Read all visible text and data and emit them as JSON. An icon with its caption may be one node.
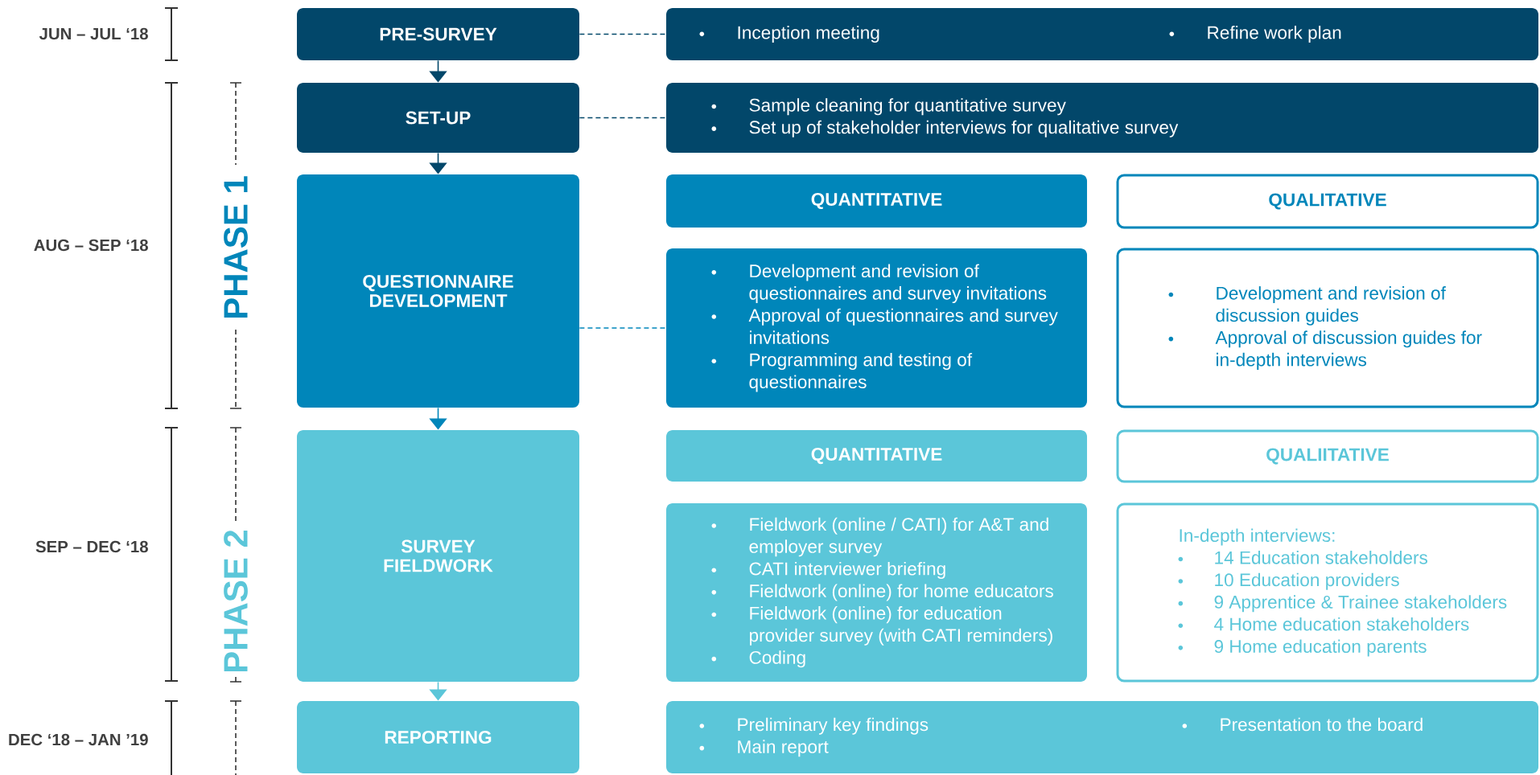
{
  "diagram": {
    "nodes": [
      {
        "text": [
          "PRE-SURVEY"
        ]
      },
      {
        "text": [
          "SET-UP"
        ]
      },
      {
        "text": [
          "QUESTIONNAIRE DEVELOPMENT"
        ]
      },
      {
        "text": [
          "SURVEY FIELDWORK"
        ]
      },
      {
        "text": [
          "REPORTING"
        ]
      },
      {
        "text": [
          "Inception meeting",
          "Refine work plan"
        ]
      },
      {
        "text": [
          "Sample cleaning for quantitative survey",
          "Set up of stakeholder interviews for qualitative survey"
        ]
      },
      {
        "text": [
          "QUANTITATIVE"
        ]
      },
      {
        "text": [
          "QUALITATIVE"
        ]
      },
      {
        "text": [
          "Development and revision of questionnaires and survey invitations",
          "Approval of questionnaires and survey invitations",
          "Programming and testing of questionnaires"
        ]
      },
      {
        "text": [
          "Development and revision of discussion guides",
          "Approval of discussion guides for in-depth interviews"
        ]
      },
      {
        "text": [
          "QUANTITATIVE"
        ]
      },
      {
        "text": [
          "QUALIITATIVE"
        ]
      },
      {
        "text": [
          "Fieldwork (online / CATI) for A&T and employer survey",
          "CATI interviewer briefing",
          "Fieldwork (online) for home educators",
          "Fieldwork (online) for education provider survey (with CATI reminders)",
          "Coding"
        ]
      },
      {
        "text": [
          "In-depth interviews:",
          "14 Education stakeholders",
          "10 Education providers",
          "9 Apprentice & Trainee stakeholders",
          "4 Home education stakeholders",
          "9 Home education parents"
        ]
      },
      {
        "text": [
          "Preliminary key findings",
          "Main report",
          "Presentation to the board"
        ]
      }
    ],
    "edges": [
      {
        "from": 0,
        "to": 1,
        "arrow": "to"
      },
      {
        "from": 1,
        "to": 2,
        "arrow": "to"
      },
      {
        "from": 2,
        "to": 3,
        "arrow": "to",
        "color": "#0086ba"
      },
      {
        "from": 3,
        "to": 4,
        "arrow": "to",
        "color": "#5bc6d9"
      },
      {
        "from": 0,
        "to": 5,
        "arrow": "none",
        "style": "dashed"
      },
      {
        "from": 1,
        "to": 6,
        "arrow": "none",
        "style": "dashed"
      },
      {
        "from": 2,
        "to": 9,
        "arrow": "none",
        "style": "dashed",
        "color": "#0086ba"
      }
    ],
    "labels": [
      "JUN – JUL ‘18",
      "AUG – SEP ‘18",
      "PHASE 1",
      "SEP – DEC ‘18",
      "PHASE 2",
      "DEC ‘18 – JAN ’19"
    ]
  }
}
